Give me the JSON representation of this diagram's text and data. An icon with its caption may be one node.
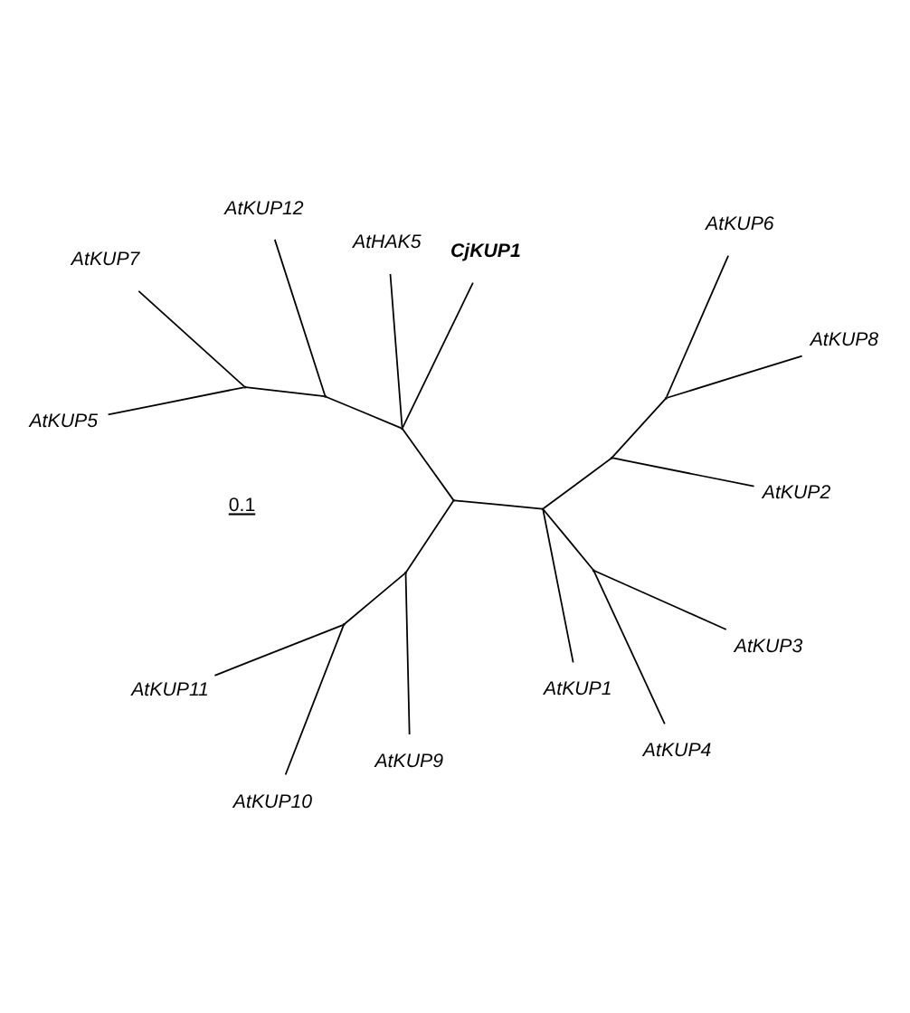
{
  "diagram": {
    "nodes": [
      {
        "text": [
          "AtKUP7"
        ]
      },
      {
        "text": [
          "CjKUP1"
        ]
      },
      {
        "text": [
          "AtKUP5"
        ]
      },
      {
        "text": [
          "AtKUP12"
        ]
      },
      {
        "text": [
          "AtHAK5"
        ]
      },
      {
        "text": [
          "AtKUP11"
        ]
      },
      {
        "text": [
          "AtKUP10"
        ]
      },
      {
        "text": [
          "AtKUP9"
        ]
      },
      {
        "text": [
          "AtKUP1"
        ]
      },
      {
        "text": [
          "AtKUP2"
        ]
      },
      {
        "text": [
          "AtKUP4"
        ]
      },
      {
        "text": [
          "AtKUP6"
        ]
      },
      {
        "text": [
          "AtKUP3"
        ]
      },
      {
        "text": [
          "AtKUP8"
        ]
      },
      {
        "text": [],
        "shape": "point"
      },
      {
        "text": [],
        "shape": "point"
      },
      {
        "text": [],
        "shape": "point"
      },
      {
        "text": [],
        "shape": "point"
      },
      {
        "text": [],
        "shape": "point"
      },
      {
        "text": [],
        "shape": "point"
      },
      {
        "text": [],
        "shape": "point"
      },
      {
        "text": [],
        "shape": "point"
      },
      {
        "text": [],
        "shape": "point"
      },
      {
        "text": [],
        "shape": "point"
      }
    ],
    "edges": [
      {
        "from": 14,
        "to": 0,
        "arrow": "none"
      },
      {
        "from": 14,
        "to": 2,
        "arrow": "none"
      },
      {
        "from": 15,
        "to": 14,
        "arrow": "none"
      },
      {
        "from": 15,
        "to": 3,
        "arrow": "none"
      },
      {
        "from": 16,
        "to": 15,
        "arrow": "none"
      },
      {
        "from": 16,
        "to": 1,
        "arrow": "none"
      },
      {
        "from": 16,
        "to": 4,
        "arrow": "none"
      },
      {
        "from": 17,
        "to": 16,
        "arrow": "none"
      },
      {
        "from": 17,
        "to": 19,
        "arrow": "none"
      },
      {
        "from": 19,
        "to": 18,
        "arrow": "none"
      },
      {
        "from": 18,
        "to": 5,
        "arrow": "none"
      },
      {
        "from": 18,
        "to": 6,
        "arrow": "none"
      },
      {
        "from": 19,
        "to": 7,
        "arrow": "none"
      },
      {
        "from": 17,
        "to": 20,
        "arrow": "none"
      },
      {
        "from": 20,
        "to": 8,
        "arrow": "none"
      },
      {
        "from": 20,
        "to": 21,
        "arrow": "none"
      },
      {
        "from": 21,
        "to": 10,
        "arrow": "none"
      },
      {
        "from": 21,
        "to": 12,
        "arrow": "none"
      },
      {
        "from": 20,
        "to": 22,
        "arrow": "none"
      },
      {
        "from": 22,
        "to": 9,
        "arrow": "none"
      },
      {
        "from": 22,
        "to": 23,
        "arrow": "none"
      },
      {
        "from": 23,
        "to": 11,
        "arrow": "none"
      },
      {
        "from": 23,
        "to": 13,
        "arrow": "none"
      }
    ],
    "labels": [
      "0.1"
    ]
  }
}
